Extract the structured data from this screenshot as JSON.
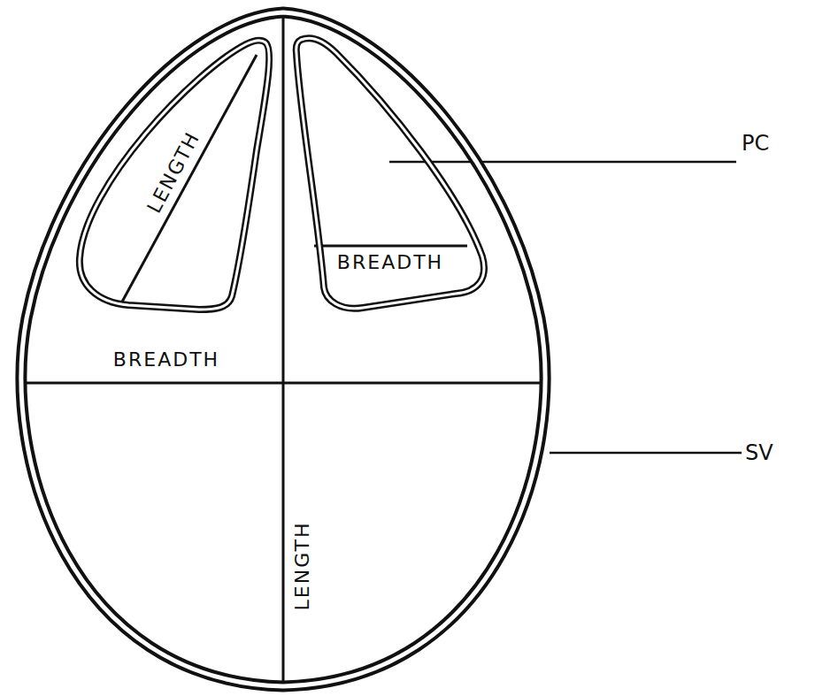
{
  "diagram": {
    "nodes": [
      {
        "text": [
          "BREADTH",
          "LENGTH"
        ]
      },
      {
        "text": [
          "LENGTH"
        ],
        "in": 0
      },
      {
        "text": [
          "BREADTH"
        ],
        "in": 0
      }
    ],
    "labels": [
      "PC",
      "SV"
    ]
  }
}
